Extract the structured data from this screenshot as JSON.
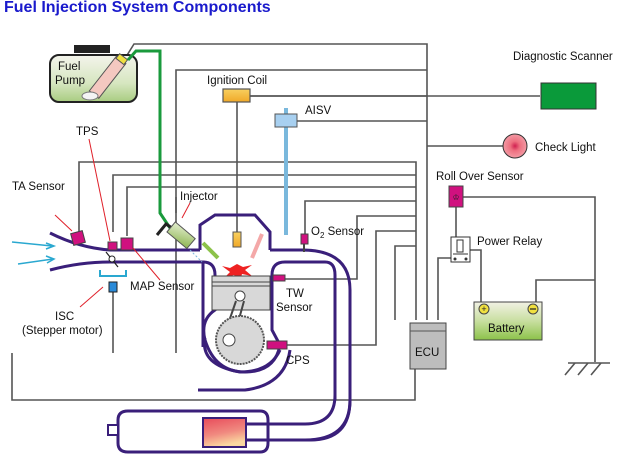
{
  "title": "Fuel Injection System Components",
  "labels": {
    "fuel_pump_line1": "Fuel",
    "fuel_pump_line2": "Pump",
    "ignition_coil": "Ignition Coil",
    "aisv": "AISV",
    "diagnostic_scanner": "Diagnostic Scanner",
    "check_light": "Check Light",
    "tps": "TPS",
    "ta_sensor": "TA Sensor",
    "injector": "Injector",
    "o2_sensor_o": "O",
    "o2_sensor_sub": "2",
    "o2_sensor_rest": " Sensor",
    "roll_over_sensor": "Roll Over Sensor",
    "power_relay": "Power Relay",
    "map_sensor": "MAP Sensor",
    "tw_sensor_line1": "TW",
    "tw_sensor_line2": "Sensor",
    "isc_line1": "ISC",
    "isc_line2": "(Stepper motor)",
    "cps": "CPS",
    "ecu": "ECU",
    "battery": "Battery"
  },
  "colors": {
    "title": "#1a1acc",
    "wire": "#555555",
    "manifold": "#3a1f7a",
    "sensor": "#d0117f",
    "fuel_line": "#1a9a3c",
    "air_line": "#7ab8dc",
    "scanner": "#0a9a3a",
    "check_light": "#e85a6a",
    "ignition_coil": "#f5c040",
    "battery": "#9acb5a",
    "ecu": "#bdbdbd",
    "leader_line": "#e0202a",
    "air_arrow": "#2aa8d0"
  }
}
